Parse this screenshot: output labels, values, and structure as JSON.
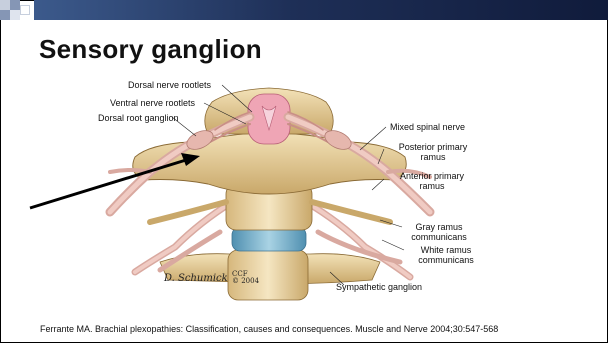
{
  "slide": {
    "title": "Sensory ganglion",
    "citation": "Ferrante MA. Brachial plexopathies: Classification, causes and consequences. Muscle and Nerve 2004;30:547-568"
  },
  "figure": {
    "labels": {
      "dorsal_nerve_rootlets": "Dorsal nerve rootlets",
      "ventral_nerve_rootlets": "Ventral nerve rootlets",
      "dorsal_root_ganglion": "Dorsal root ganglion",
      "mixed_spinal_nerve": "Mixed spinal nerve",
      "posterior_primary_ramus": "Posterior primary ramus",
      "anterior_primary_ramus": "Anterior primary ramus",
      "gray_ramus_communicans": "Gray ramus communicans",
      "white_ramus_communicans": "White ramus communicans",
      "sympathetic_ganglion": "Sympathetic ganglion"
    },
    "signature": "D. Schumick",
    "signature_mark": "CCF",
    "signature_year": "© 2004"
  },
  "colors": {
    "bone": "#e8d2a0",
    "bone_shadow": "#c9a86a",
    "nerve": "#e9c0b8",
    "cord": "#efa5b5",
    "disc": "#7fb7cf"
  }
}
